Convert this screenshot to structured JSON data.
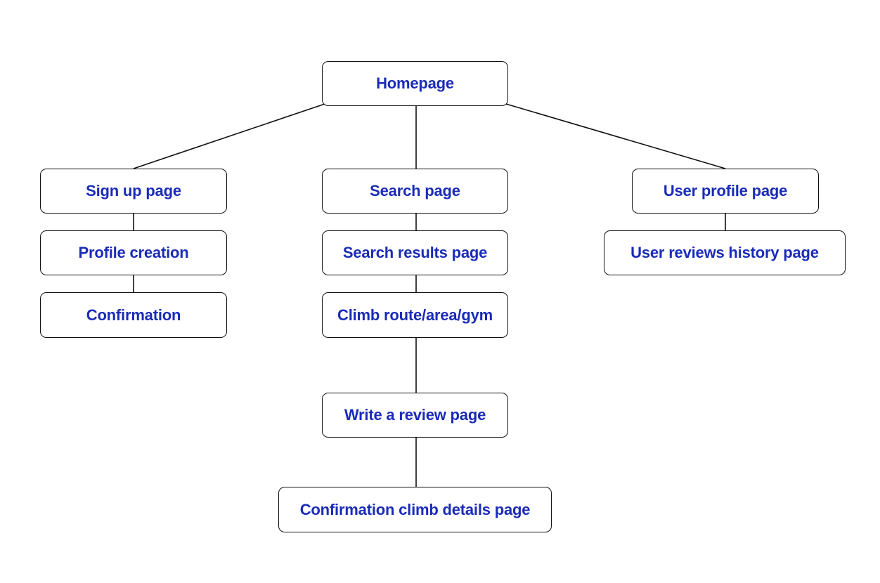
{
  "colors": {
    "label_text": "#1a2bb8",
    "box_border": "#111111",
    "connector": "#111111",
    "background": "#ffffff"
  },
  "nodes": {
    "homepage": "Homepage",
    "signup": "Sign up page",
    "profile_creation": "Profile creation",
    "confirmation": "Confirmation",
    "search": "Search page",
    "search_results": "Search results page",
    "climb": "Climb route/area/gym",
    "write_review": "Write a review page",
    "confirmation_climb_details": "Confirmation climb details page",
    "user_profile": "User profile page",
    "user_reviews_history": "User reviews history page"
  },
  "edges": [
    [
      "homepage",
      "signup"
    ],
    [
      "homepage",
      "search"
    ],
    [
      "homepage",
      "user_profile"
    ],
    [
      "signup",
      "profile_creation"
    ],
    [
      "profile_creation",
      "confirmation"
    ],
    [
      "search",
      "search_results"
    ],
    [
      "search_results",
      "climb"
    ],
    [
      "climb",
      "write_review"
    ],
    [
      "write_review",
      "confirmation_climb_details"
    ],
    [
      "user_profile",
      "user_reviews_history"
    ]
  ]
}
